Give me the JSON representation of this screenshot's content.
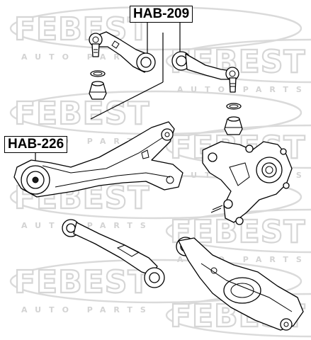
{
  "watermark": {
    "brand": "FEBEST",
    "tagline": "AUTO PARTS"
  },
  "labels": {
    "primary_part": "HAB-209",
    "secondary_part": "HAB-226"
  },
  "colors": {
    "watermark_stroke": "#d6d6d6",
    "line_art": "#000000",
    "background": "#ffffff"
  }
}
